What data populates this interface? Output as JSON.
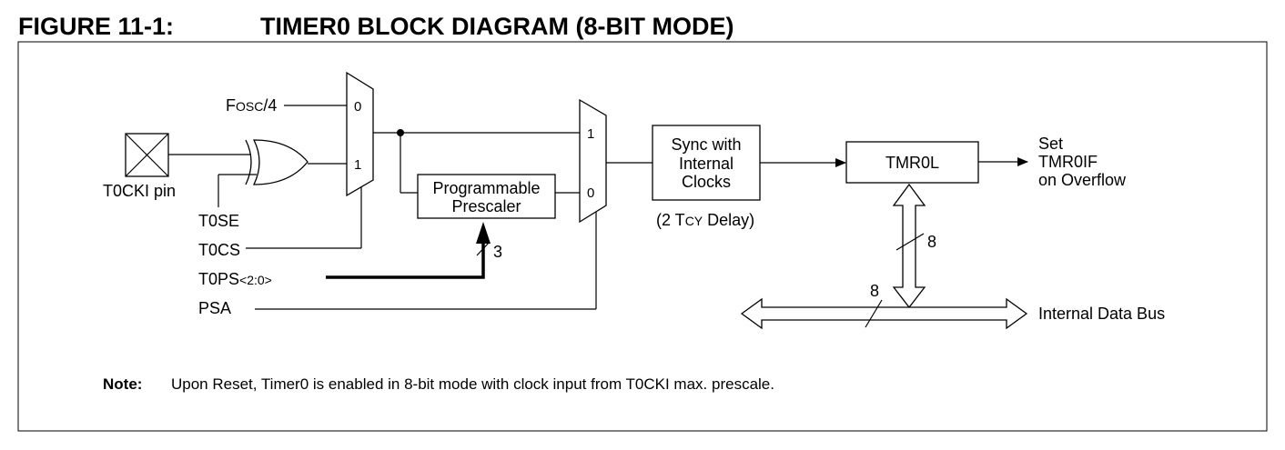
{
  "figure": {
    "number": "FIGURE 11-1:",
    "title": "TIMER0 BLOCK DIAGRAM (8-BIT MODE)"
  },
  "inputs": {
    "fosc_main": "F",
    "fosc_sub": "OSC",
    "fosc_suffix": "/4",
    "t0cki_pin": "T0CKI pin",
    "t0se": "T0SE",
    "t0cs": "T0CS",
    "t0ps_main": "T0PS",
    "t0ps_suffix": "<2:0>",
    "psa": "PSA"
  },
  "mux1": {
    "input0": "0",
    "input1": "1"
  },
  "mux2": {
    "input1": "1",
    "input0": "0"
  },
  "prescaler": {
    "line1": "Programmable",
    "line2": "Prescaler"
  },
  "bus_width_prescaler": "3",
  "sync": {
    "line1": "Sync with",
    "line2": "Internal",
    "line3": "Clocks",
    "delay_prefix": "(2 T",
    "delay_sub": "CY",
    "delay_suffix": " Delay)"
  },
  "tmr0l": "TMR0L",
  "output": {
    "line1": "Set",
    "line2": "TMR0IF",
    "line3": "on Overflow"
  },
  "bus": {
    "width_vertical": "8",
    "width_horizontal": "8",
    "label": "Internal Data Bus"
  },
  "note": {
    "label": "Note:",
    "text": "Upon Reset, Timer0 is enabled in 8-bit mode with clock input from T0CKI max. prescale."
  }
}
